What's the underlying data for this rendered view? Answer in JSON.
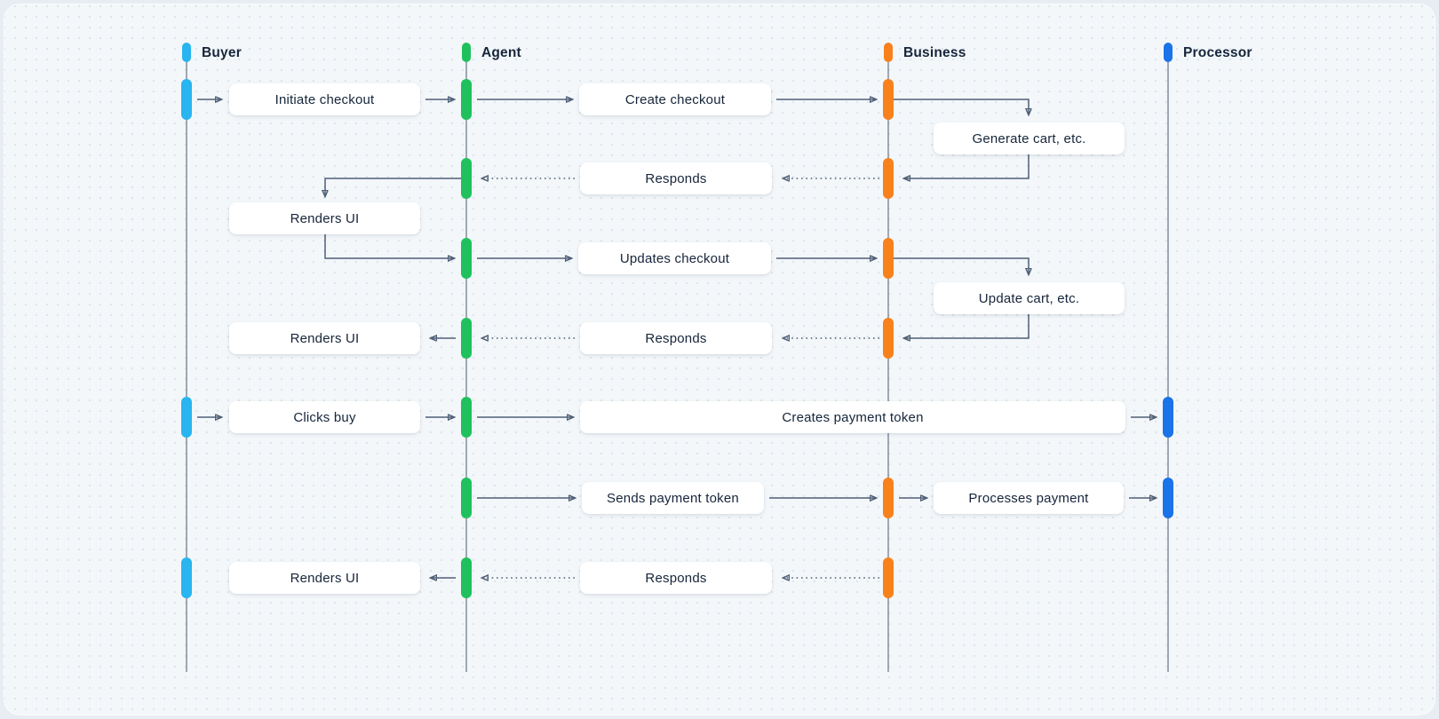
{
  "colors": {
    "buyer": "#29b5ef",
    "agent": "#1fc15c",
    "business": "#f8811c",
    "processor": "#1a73e8",
    "line": "#4f5f76",
    "lifeline": "#7b8795",
    "text": "#16253a",
    "canvas": "#f3f7fa",
    "outer": "#e7edf2",
    "dot": "#dde5eb"
  },
  "actors": {
    "buyer": {
      "label": "Buyer"
    },
    "agent": {
      "label": "Agent"
    },
    "business": {
      "label": "Business"
    },
    "processor": {
      "label": "Processor"
    }
  },
  "messages": {
    "initiate_checkout": "Initiate checkout",
    "create_checkout": "Create checkout",
    "generate_cart": "Generate cart, etc.",
    "responds_1": "Responds",
    "renders_ui_1": "Renders UI",
    "updates_checkout": "Updates checkout",
    "update_cart": "Update cart, etc.",
    "responds_2": "Responds",
    "renders_ui_2": "Renders UI",
    "clicks_buy": "Clicks buy",
    "creates_payment_token": "Creates payment token",
    "sends_payment_token": "Sends payment token",
    "processes_payment": "Processes payment",
    "responds_3": "Responds",
    "renders_ui_3": "Renders UI"
  }
}
